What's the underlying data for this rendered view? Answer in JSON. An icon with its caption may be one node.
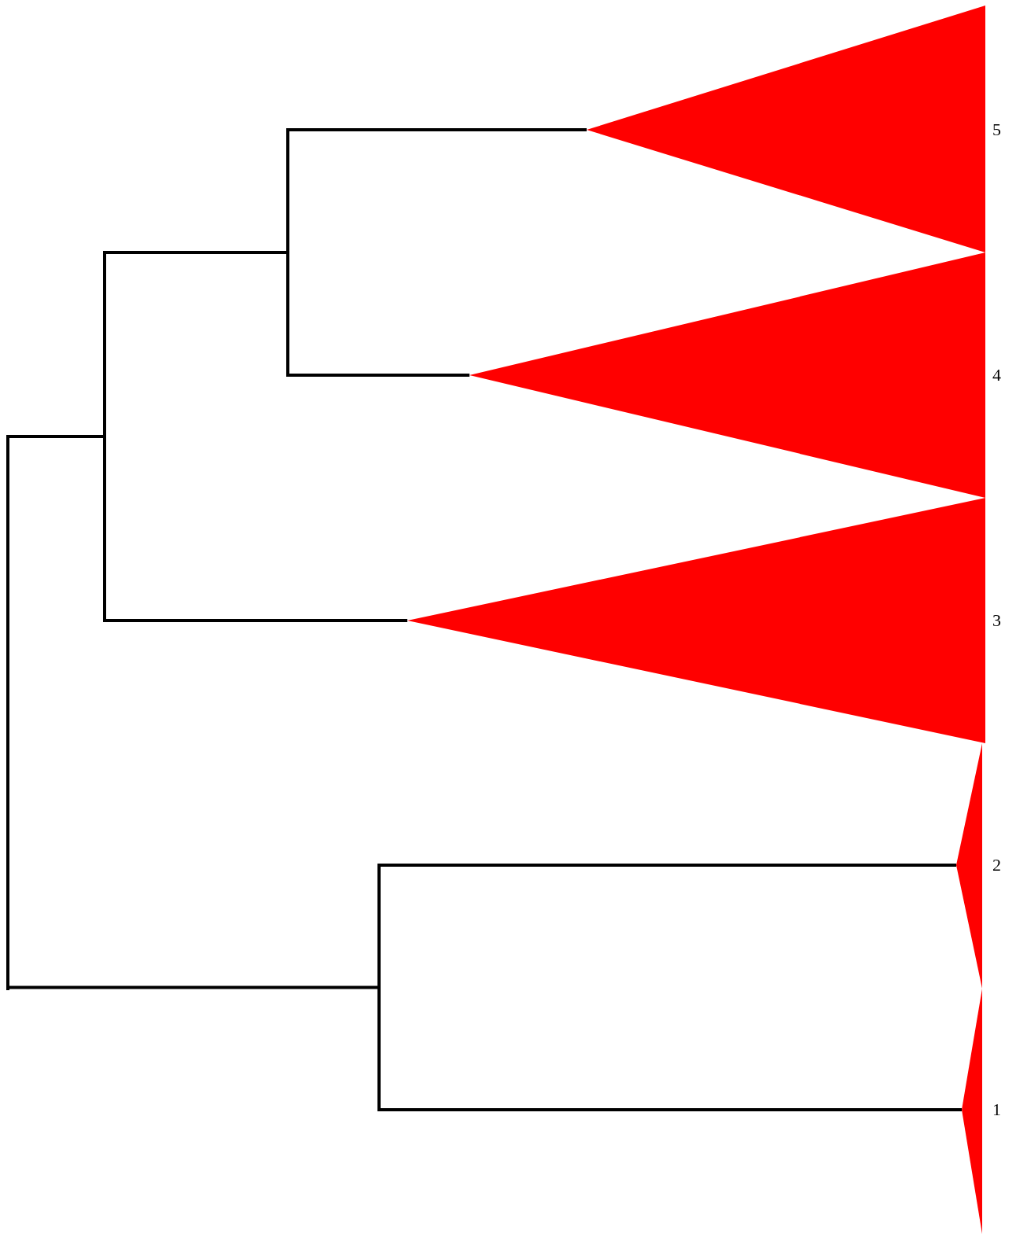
{
  "diagram": {
    "nodes": [
      {
        "text": [],
        "shape": "bar"
      },
      {
        "text": [],
        "shape": "bar"
      },
      {
        "text": [],
        "shape": "bar"
      },
      {
        "text": [],
        "shape": "triangle",
        "beside": [
          "5"
        ]
      },
      {
        "text": [],
        "shape": "triangle",
        "beside": [
          "4"
        ]
      },
      {
        "text": [],
        "shape": "triangle",
        "beside": [
          "3"
        ]
      },
      {
        "text": [],
        "shape": "bar"
      },
      {
        "text": [],
        "shape": "triangle",
        "beside": [
          "2"
        ]
      },
      {
        "text": [],
        "shape": "triangle",
        "beside": [
          "1"
        ]
      }
    ],
    "edges": [
      {
        "from": 0,
        "to": 1,
        "arrow": "none"
      },
      {
        "from": 1,
        "to": 2,
        "arrow": "none"
      },
      {
        "from": 2,
        "to": 3,
        "arrow": "none"
      },
      {
        "from": 2,
        "to": 4,
        "arrow": "none"
      },
      {
        "from": 1,
        "to": 5,
        "arrow": "none"
      },
      {
        "from": 0,
        "to": 6,
        "arrow": "none"
      },
      {
        "from": 6,
        "to": 7,
        "arrow": "none"
      },
      {
        "from": 6,
        "to": 8,
        "arrow": "none"
      }
    ]
  }
}
